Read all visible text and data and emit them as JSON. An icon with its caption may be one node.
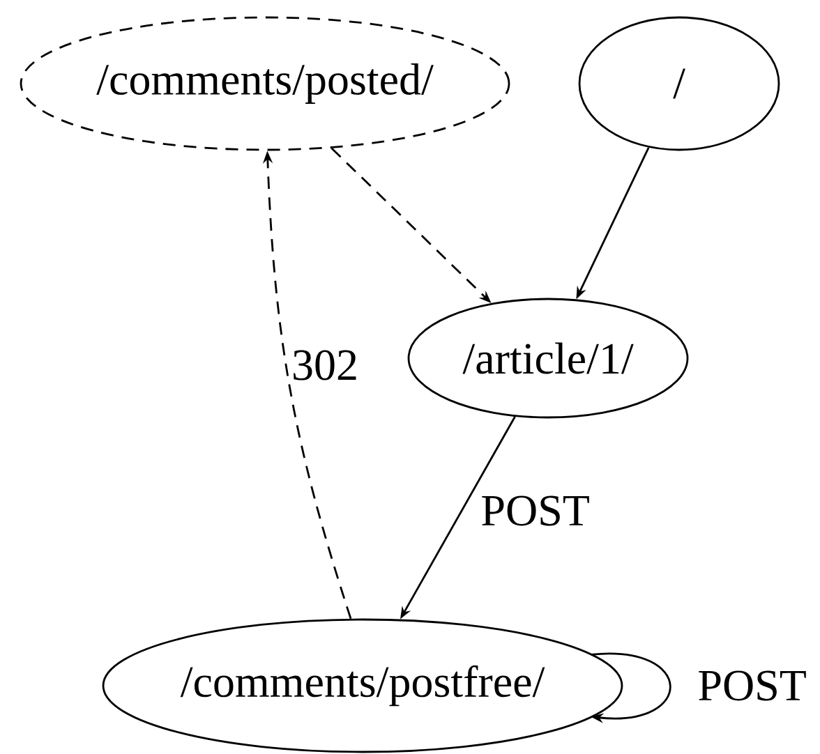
{
  "diagram": {
    "nodes": [
      {
        "text": [
          "/comments/posted/"
        ]
      },
      {
        "text": [
          "/"
        ]
      },
      {
        "text": [
          "/article/1/"
        ]
      },
      {
        "text": [
          "/comments/postfree/"
        ]
      }
    ],
    "edges": [
      {
        "from": 1,
        "to": 2,
        "arrow": "to"
      },
      {
        "from": 0,
        "to": 2,
        "arrow": "to",
        "style": "dashed"
      },
      {
        "from": 2,
        "to": 3,
        "arrow": "to",
        "label": "POST"
      },
      {
        "from": 3,
        "to": 0,
        "arrow": "to",
        "style": "dashed",
        "label": "302"
      },
      {
        "from": 3,
        "to": 3,
        "arrow": "to",
        "label": "POST"
      }
    ]
  }
}
